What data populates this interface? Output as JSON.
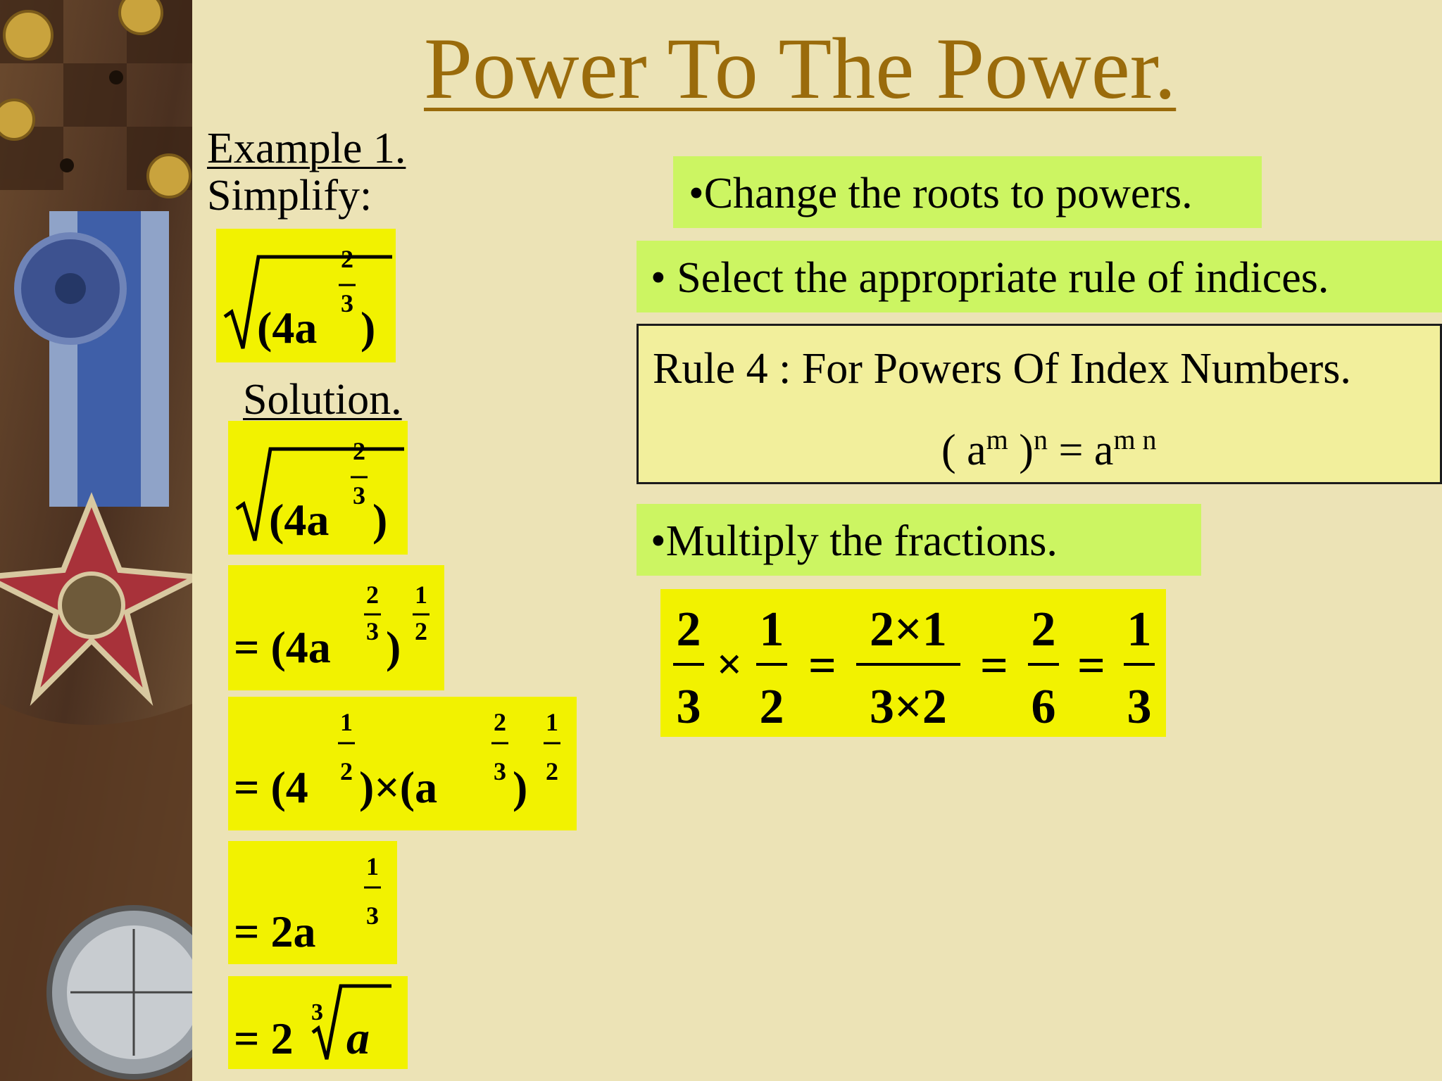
{
  "title": "Power To The Power.",
  "example": {
    "heading": "Example 1.",
    "instruction": "Simplify:",
    "solution_label": "Solution."
  },
  "expressions": {
    "problem": {
      "base": "(4a",
      "exp_num": "2",
      "exp_den": "3",
      "close": ")"
    },
    "solution_start": {
      "base": "(4a",
      "exp_num": "2",
      "exp_den": "3",
      "close": ")"
    },
    "step1": {
      "eq": "= (4a",
      "exp_num": "2",
      "exp_den": "3",
      "close": ")",
      "outer_num": "1",
      "outer_den": "2"
    },
    "step2": {
      "eq": "= (4",
      "a_num": "1",
      "a_den": "2",
      "mid": ")×(a",
      "b_num": "2",
      "b_den": "3",
      "close": ")",
      "outer_num": "1",
      "outer_den": "2"
    },
    "step3": {
      "eq": "= 2a",
      "exp_num": "1",
      "exp_den": "3"
    },
    "step4": {
      "eq": "= 2",
      "root_index": "3",
      "radicand": "a"
    }
  },
  "steps": {
    "change_roots": "•Change the roots to powers.",
    "select_rule": "• Select the appropriate rule of indices.",
    "multiply": "•Multiply the fractions."
  },
  "rule": {
    "title": "Rule 4 : For Powers Of Index Numbers.",
    "lhs_open": "( a",
    "lhs_m": "m",
    "lhs_close": " )",
    "lhs_n": "n",
    "equals": " =  a",
    "rhs_exp": "m n"
  },
  "fraction_calc": {
    "f1_num": "2",
    "f1_den": "3",
    "times": "×",
    "f2_num": "1",
    "f2_den": "2",
    "eq": "=",
    "f3_num": "2×1",
    "f3_den": "3×2",
    "f4_num": "2",
    "f4_den": "6",
    "f5_num": "1",
    "f5_den": "3"
  },
  "colors": {
    "title": "#9a6b0b",
    "background": "#ece3b6",
    "highlight_yellow": "#f2f200",
    "highlight_green": "#ccf562",
    "rule_box": "#f2ef9c"
  }
}
